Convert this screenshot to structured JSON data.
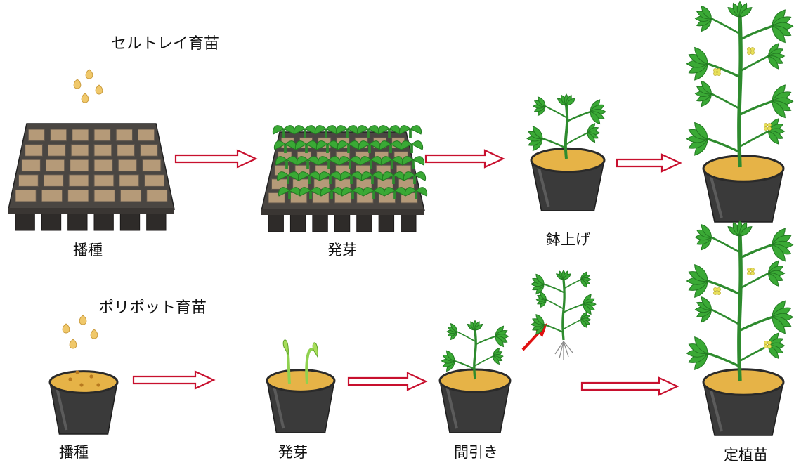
{
  "sections": [
    {
      "title": "セルトレイ育苗",
      "steps": [
        "播種",
        "発芽",
        "鉢上げ"
      ]
    },
    {
      "title": "ポリポット育苗",
      "steps": [
        "播種",
        "発芽",
        "間引き"
      ]
    }
  ],
  "final_label": "定植苗",
  "colors": {
    "arrow_outline": "#c8102e",
    "thinning_arrow": "#e01010",
    "leaf": "#3aa935",
    "leaf_dark": "#237a22",
    "stem": "#2e8b2e",
    "soil": "#e6b347",
    "pot": "#3a3a3a",
    "tray": "#4a4642",
    "seed": "#f0c86a",
    "flower": "#e8e05a"
  },
  "icons": [
    "seed-icon",
    "cell-tray-icon",
    "sprouted-tray-icon",
    "potted-seedling-icon",
    "mature-tomato-plant-icon",
    "poly-pot-icon",
    "sprout-pot-icon",
    "uprooted-seedling-icon",
    "process-arrow-icon"
  ]
}
